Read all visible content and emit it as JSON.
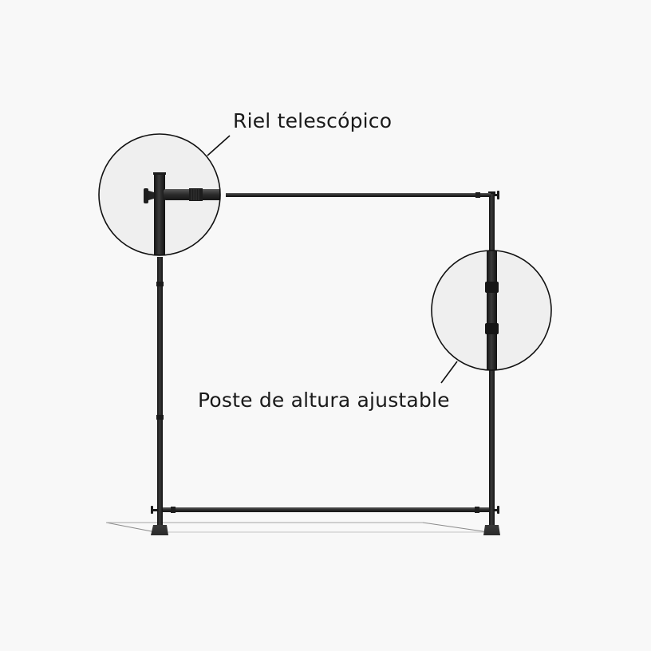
{
  "diagram": {
    "background_color": "#f8f8f8",
    "frame_color": "#232323",
    "inset_fill": "#efefef",
    "callouts": [
      {
        "id": "telescopic-rail",
        "label": "Riel telescópico"
      },
      {
        "id": "adjustable-post",
        "label": "Poste de altura ajustable"
      }
    ]
  }
}
